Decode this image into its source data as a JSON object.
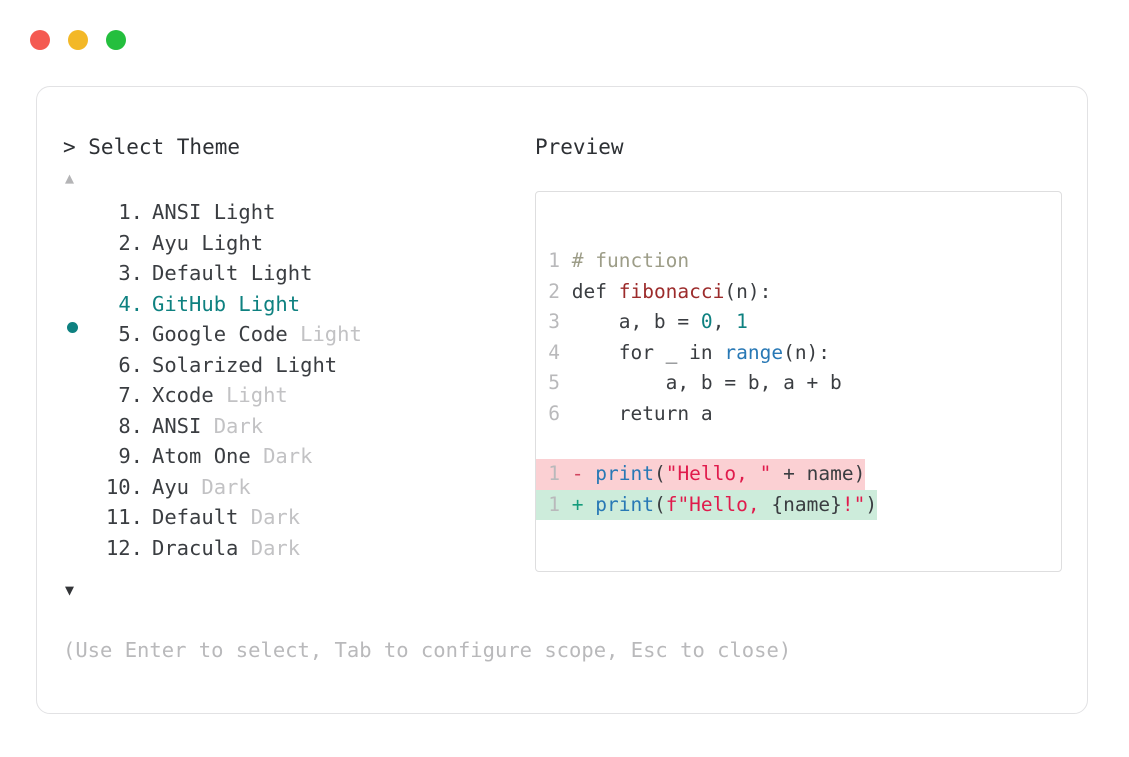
{
  "window": {
    "dots": [
      {
        "name": "close-dot",
        "color": "#f45a51"
      },
      {
        "name": "minimize-dot",
        "color": "#f3b827"
      },
      {
        "name": "maximize-dot",
        "color": "#24bf3e"
      }
    ]
  },
  "left": {
    "header": "> Select Theme",
    "scroll_up": "▲",
    "scroll_down": "▼",
    "selected_index": 4,
    "accent_color": "#0e8180",
    "items": [
      {
        "num": "1.",
        "name": "ANSI",
        "suffix": "Light",
        "suffix_muted": false,
        "selected": false
      },
      {
        "num": "2.",
        "name": "Ayu",
        "suffix": "Light",
        "suffix_muted": false,
        "selected": false
      },
      {
        "num": "3.",
        "name": "Default",
        "suffix": "Light",
        "suffix_muted": false,
        "selected": false
      },
      {
        "num": "4.",
        "name": "GitHub",
        "suffix": "Light",
        "suffix_muted": false,
        "selected": true
      },
      {
        "num": "5.",
        "name": "Google Code",
        "suffix": "Light",
        "suffix_muted": true,
        "selected": false
      },
      {
        "num": "6.",
        "name": "Solarized",
        "suffix": "Light",
        "suffix_muted": false,
        "selected": false
      },
      {
        "num": "7.",
        "name": "Xcode",
        "suffix": "Light",
        "suffix_muted": true,
        "selected": false
      },
      {
        "num": "8.",
        "name": "ANSI",
        "suffix": "Dark",
        "suffix_muted": true,
        "selected": false
      },
      {
        "num": "9.",
        "name": "Atom One",
        "suffix": "Dark",
        "suffix_muted": true,
        "selected": false
      },
      {
        "num": "10.",
        "name": "Ayu",
        "suffix": "Dark",
        "suffix_muted": true,
        "selected": false
      },
      {
        "num": "11.",
        "name": "Default",
        "suffix": "Dark",
        "suffix_muted": true,
        "selected": false
      },
      {
        "num": "12.",
        "name": "Dracula",
        "suffix": "Dark",
        "suffix_muted": true,
        "selected": false
      }
    ]
  },
  "right": {
    "header": "Preview",
    "code_lines": [
      {
        "ln": "1",
        "tokens": [
          {
            "t": "# function",
            "c": "comment"
          }
        ]
      },
      {
        "ln": "2",
        "tokens": [
          {
            "t": "def ",
            "c": "plain"
          },
          {
            "t": "fibonacci",
            "c": "func"
          },
          {
            "t": "(n):",
            "c": "punct"
          }
        ]
      },
      {
        "ln": "3",
        "tokens": [
          {
            "t": "    a, b = ",
            "c": "plain"
          },
          {
            "t": "0",
            "c": "num"
          },
          {
            "t": ", ",
            "c": "plain"
          },
          {
            "t": "1",
            "c": "num"
          }
        ]
      },
      {
        "ln": "4",
        "tokens": [
          {
            "t": "    for _ in ",
            "c": "plain"
          },
          {
            "t": "range",
            "c": "builtin"
          },
          {
            "t": "(n):",
            "c": "punct"
          }
        ]
      },
      {
        "ln": "5",
        "tokens": [
          {
            "t": "        a, b = b, a + b",
            "c": "plain"
          }
        ]
      },
      {
        "ln": "6",
        "tokens": [
          {
            "t": "    return a",
            "c": "plain"
          }
        ]
      }
    ],
    "diff_lines": [
      {
        "ln": "1",
        "marker": "-",
        "kind": "del",
        "tokens": [
          {
            "t": "print",
            "c": "builtin"
          },
          {
            "t": "(",
            "c": "punct"
          },
          {
            "t": "\"Hello, \"",
            "c": "str"
          },
          {
            "t": " + name",
            "c": "plain"
          },
          {
            "t": ")",
            "c": "punct"
          }
        ]
      },
      {
        "ln": "1",
        "marker": "+",
        "kind": "add",
        "tokens": [
          {
            "t": "print",
            "c": "builtin"
          },
          {
            "t": "(",
            "c": "punct"
          },
          {
            "t": "f\"Hello, ",
            "c": "str"
          },
          {
            "t": "{name}",
            "c": "plain"
          },
          {
            "t": "!\"",
            "c": "str"
          },
          {
            "t": ")",
            "c": "punct"
          }
        ]
      }
    ]
  },
  "footer": {
    "hint": "(Use Enter to select, Tab to configure scope, Esc to close)"
  }
}
